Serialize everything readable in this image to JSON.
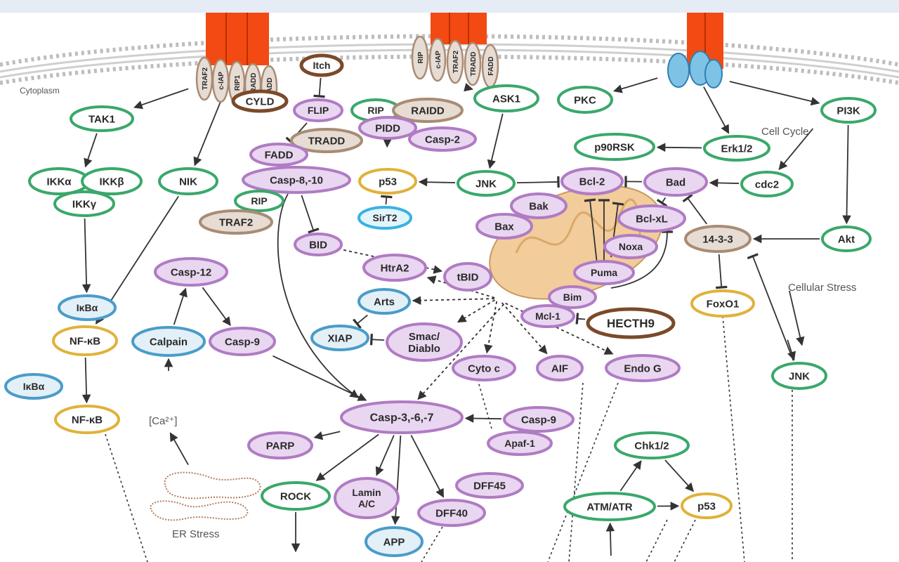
{
  "diagram": {
    "colors": {
      "green": "#3aa86b",
      "purple": "#b07bc4",
      "brown": "#a98b74",
      "darkbrown": "#7a4a2a",
      "blue": "#4a9cc9",
      "lightblue": "#3ab2e0",
      "yellow": "#e0b23a",
      "receptor": "#f24a12",
      "mito": "#f2cc9a"
    },
    "labels": {
      "cytoplasm": "Cytoplasm",
      "cell_cycle": "Cell Cycle",
      "cellular_stress": "Cellular Stress",
      "er_stress": "ER Stress",
      "ca": "[Ca²⁺]"
    },
    "adaptors": {
      "left": [
        "TRAF2",
        "c-IAP",
        "RIP1",
        "TRADD",
        "FADD"
      ],
      "middle": [
        "RIP",
        "c-IAP",
        "TRAF2",
        "TRADD",
        "FADD"
      ]
    },
    "nodes": {
      "cyld": "CYLD",
      "itch": "Itch",
      "flip": "FLIP",
      "tradd": "TRADD",
      "fadd": "FADD",
      "casp810": "Casp-8,-10",
      "rip_l": "RIP",
      "traf2": "TRAF2",
      "tak1": "TAK1",
      "ikka": "IKKα",
      "ikkb": "IKKβ",
      "ikky": "IKKγ",
      "nik": "NIK",
      "ikba1": "IκBα",
      "nfkb1": "NF-κB",
      "ikba2": "IκBα",
      "nfkb2": "NF-κB",
      "rip_m": "RIP",
      "raidd": "RAIDD",
      "pidd": "PIDD",
      "casp2": "Casp-2",
      "ask1": "ASK1",
      "jnk_top": "JNK",
      "p53_top": "p53",
      "sirt2": "SirT2",
      "bid": "BID",
      "tbid": "tBID",
      "htra2": "HtrA2",
      "arts": "Arts",
      "xiap": "XIAP",
      "smac": "Smac/\nDiablo",
      "cytoc": "Cyto c",
      "aif": "AIF",
      "endog": "Endo G",
      "pkc": "PKC",
      "erk": "Erk1/2",
      "p90rsk": "p90RSK",
      "pi3k": "PI3K",
      "cdc2": "cdc2",
      "bad": "Bad",
      "bcl2": "Bcl-2",
      "bclxl": "Bcl-xL",
      "bak": "Bak",
      "bax": "Bax",
      "noxa": "Noxa",
      "puma": "Puma",
      "bim": "Bim",
      "mcl1": "Mcl-1",
      "hecth9": "HECTH9",
      "s1433": "14-3-3",
      "akt": "Akt",
      "foxo1": "FoxO1",
      "jnk_bottom": "JNK",
      "casp12": "Casp-12",
      "calpain": "Calpain",
      "casp9a": "Casp-9",
      "casp367": "Casp-3,-6,-7",
      "casp9b": "Casp-9",
      "apaf1": "Apaf-1",
      "parp": "PARP",
      "rock": "ROCK",
      "lamin": "Lamin\nA/C",
      "dff45": "DFF45",
      "dff40": "DFF40",
      "app": "APP",
      "chk": "Chk1/2",
      "atm": "ATM/ATR",
      "p53_bot": "p53"
    }
  }
}
